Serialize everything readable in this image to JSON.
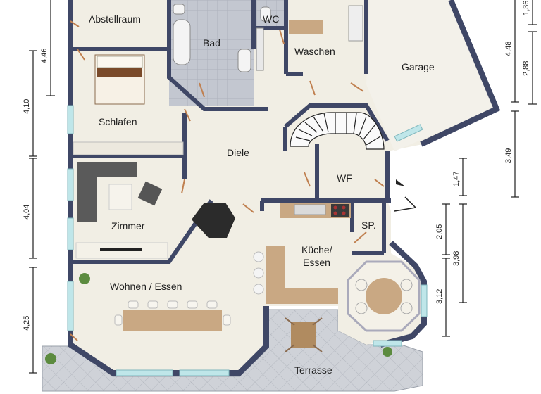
{
  "plan": {
    "rooms": {
      "abstellraum": "Abstellraum",
      "bad": "Bad",
      "wc": "WC",
      "waschen": "Waschen",
      "garage": "Garage",
      "schlafen": "Schlafen",
      "diele": "Diele",
      "wf": "WF",
      "zimmer": "Zimmer",
      "sp": "SP.",
      "kueche_line1": "Küche/",
      "kueche_line2": "Essen",
      "wohnen": "Wohnen / Essen",
      "terrasse": "Terrasse"
    },
    "dimensions": {
      "left": [
        "4,46",
        "4,10",
        "4,04",
        "4,25"
      ],
      "right_outer": [
        "1,36",
        "4,48"
      ],
      "right_mid": [
        "2,88",
        "3,49"
      ],
      "right_inner": [
        "1,47",
        "2,05",
        "3,98",
        "3,12"
      ]
    },
    "colors": {
      "wall": "#3f4766",
      "floor": "#f1eee4",
      "tile": "#c9ccd4",
      "wood": "#c9a883",
      "window": "#bfe6e9"
    }
  }
}
